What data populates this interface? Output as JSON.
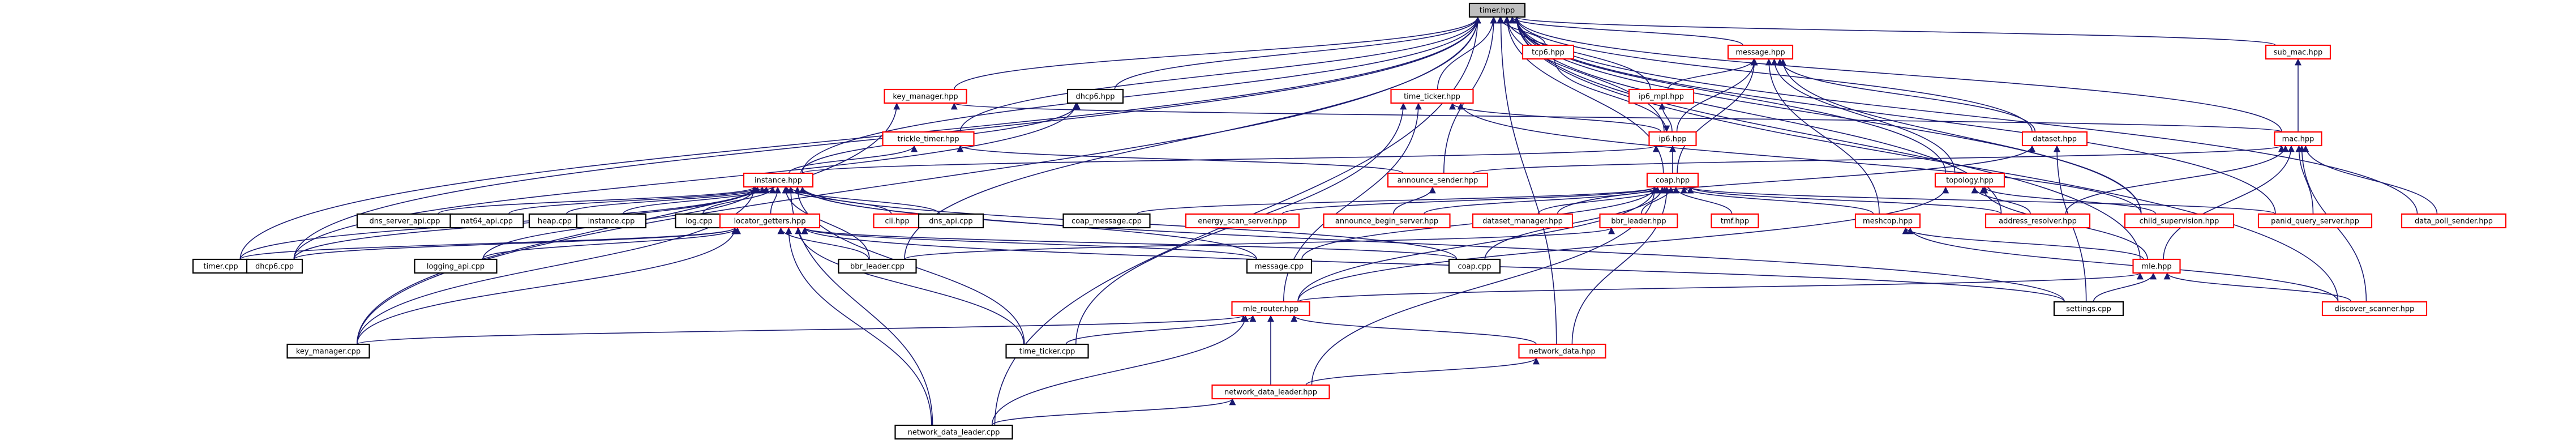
{
  "nodes": [
    {
      "id": "timer_hpp",
      "label": "timer.hpp",
      "style": "root"
    },
    {
      "id": "tcp6_hpp",
      "label": "tcp6.hpp",
      "style": "red"
    },
    {
      "id": "message_hpp",
      "label": "message.hpp",
      "style": "red"
    },
    {
      "id": "sub_mac_hpp",
      "label": "sub_mac.hpp",
      "style": "red"
    },
    {
      "id": "key_manager_hpp",
      "label": "key_manager.hpp",
      "style": "red"
    },
    {
      "id": "dhcp6_hpp",
      "label": "dhcp6.hpp",
      "style": "black"
    },
    {
      "id": "time_ticker_hpp",
      "label": "time_ticker.hpp",
      "style": "red"
    },
    {
      "id": "ip6_mpl_hpp",
      "label": "ip6_mpl.hpp",
      "style": "red"
    },
    {
      "id": "trickle_timer_hpp",
      "label": "trickle_timer.hpp",
      "style": "red"
    },
    {
      "id": "ip6_hpp",
      "label": "ip6.hpp",
      "style": "red"
    },
    {
      "id": "dataset_hpp",
      "label": "dataset.hpp",
      "style": "red"
    },
    {
      "id": "mac_hpp",
      "label": "mac.hpp",
      "style": "red"
    },
    {
      "id": "instance_hpp",
      "label": "instance.hpp",
      "style": "red"
    },
    {
      "id": "announce_sender_hpp",
      "label": "announce_sender.hpp",
      "style": "red"
    },
    {
      "id": "coap_hpp",
      "label": "coap.hpp",
      "style": "red"
    },
    {
      "id": "topology_hpp",
      "label": "topology.hpp",
      "style": "red"
    },
    {
      "id": "dns_server_api_cpp",
      "label": "dns_server_api.cpp",
      "style": "black"
    },
    {
      "id": "nat64_api_cpp",
      "label": "nat64_api.cpp",
      "style": "black"
    },
    {
      "id": "heap_cpp",
      "label": "heap.cpp",
      "style": "black"
    },
    {
      "id": "instance_cpp",
      "label": "instance.cpp",
      "style": "black"
    },
    {
      "id": "log_cpp",
      "label": "log.cpp",
      "style": "black"
    },
    {
      "id": "locator_getters_hpp",
      "label": "locator_getters.hpp",
      "style": "red"
    },
    {
      "id": "cli_hpp",
      "label": "cli.hpp",
      "style": "red"
    },
    {
      "id": "dns_api_cpp",
      "label": "dns_api.cpp",
      "style": "black"
    },
    {
      "id": "coap_message_cpp",
      "label": "coap_message.cpp",
      "style": "black"
    },
    {
      "id": "energy_scan_server_hpp",
      "label": "energy_scan_server.hpp",
      "style": "red"
    },
    {
      "id": "announce_begin_server_hpp",
      "label": "announce_begin_server.hpp",
      "style": "red"
    },
    {
      "id": "dataset_manager_hpp",
      "label": "dataset_manager.hpp",
      "style": "red"
    },
    {
      "id": "bbr_leader_hpp",
      "label": "bbr_leader.hpp",
      "style": "red"
    },
    {
      "id": "tmf_hpp",
      "label": "tmf.hpp",
      "style": "red"
    },
    {
      "id": "meshcop_hpp",
      "label": "meshcop.hpp",
      "style": "red"
    },
    {
      "id": "address_resolver_hpp",
      "label": "address_resolver.hpp",
      "style": "red"
    },
    {
      "id": "child_supervision_hpp",
      "label": "child_supervision.hpp",
      "style": "red"
    },
    {
      "id": "panid_query_server_hpp",
      "label": "panid_query_server.hpp",
      "style": "red"
    },
    {
      "id": "data_poll_sender_hpp",
      "label": "data_poll_sender.hpp",
      "style": "red"
    },
    {
      "id": "timer_cpp",
      "label": "timer.cpp",
      "style": "black"
    },
    {
      "id": "dhcp6_cpp",
      "label": "dhcp6.cpp",
      "style": "black"
    },
    {
      "id": "logging_api_cpp",
      "label": "logging_api.cpp",
      "style": "black"
    },
    {
      "id": "bbr_leader_cpp",
      "label": "bbr_leader.cpp",
      "style": "black"
    },
    {
      "id": "message_cpp",
      "label": "message.cpp",
      "style": "black"
    },
    {
      "id": "coap_cpp",
      "label": "coap.cpp",
      "style": "black"
    },
    {
      "id": "mle_hpp",
      "label": "mle.hpp",
      "style": "red"
    },
    {
      "id": "settings_cpp",
      "label": "settings.cpp",
      "style": "black"
    },
    {
      "id": "discover_scanner_hpp",
      "label": "discover_scanner.hpp",
      "style": "red"
    },
    {
      "id": "mle_router_hpp",
      "label": "mle_router.hpp",
      "style": "red"
    },
    {
      "id": "key_manager_cpp",
      "label": "key_manager.cpp",
      "style": "black"
    },
    {
      "id": "time_ticker_cpp",
      "label": "time_ticker.cpp",
      "style": "black"
    },
    {
      "id": "network_data_hpp",
      "label": "network_data.hpp",
      "style": "red"
    },
    {
      "id": "network_data_leader_hpp",
      "label": "network_data_leader.hpp",
      "style": "red"
    },
    {
      "id": "network_data_leader_cpp",
      "label": "network_data_leader.cpp",
      "style": "black"
    }
  ],
  "edges": [
    [
      "tcp6_hpp",
      "timer_hpp"
    ],
    [
      "message_hpp",
      "timer_hpp"
    ],
    [
      "sub_mac_hpp",
      "timer_hpp"
    ],
    [
      "key_manager_hpp",
      "timer_hpp"
    ],
    [
      "dhcp6_hpp",
      "timer_hpp"
    ],
    [
      "time_ticker_hpp",
      "timer_hpp"
    ],
    [
      "ip6_mpl_hpp",
      "timer_hpp"
    ],
    [
      "trickle_timer_hpp",
      "timer_hpp"
    ],
    [
      "ip6_hpp",
      "timer_hpp"
    ],
    [
      "dataset_hpp",
      "timer_hpp"
    ],
    [
      "mac_hpp",
      "timer_hpp"
    ],
    [
      "instance_hpp",
      "timer_hpp"
    ],
    [
      "announce_sender_hpp",
      "timer_hpp"
    ],
    [
      "coap_hpp",
      "timer_hpp"
    ],
    [
      "topology_hpp",
      "timer_hpp"
    ],
    [
      "child_supervision_hpp",
      "timer_hpp"
    ],
    [
      "panid_query_server_hpp",
      "timer_hpp"
    ],
    [
      "data_poll_sender_hpp",
      "timer_hpp"
    ],
    [
      "timer_cpp",
      "timer_hpp"
    ],
    [
      "dhcp6_cpp",
      "timer_hpp"
    ],
    [
      "key_manager_cpp",
      "timer_hpp"
    ],
    [
      "mle_hpp",
      "timer_hpp"
    ],
    [
      "discover_scanner_hpp",
      "timer_hpp"
    ],
    [
      "network_data_hpp",
      "timer_hpp"
    ],
    [
      "network_data_leader_cpp",
      "timer_hpp"
    ],
    [
      "address_resolver_hpp",
      "timer_hpp"
    ],
    [
      "bbr_leader_cpp",
      "timer_hpp"
    ],
    [
      "tcp6_hpp",
      "ip6_hpp"
    ],
    [
      "ip6_mpl_hpp",
      "message_hpp"
    ],
    [
      "ip6_hpp",
      "message_hpp"
    ],
    [
      "dataset_hpp",
      "message_hpp"
    ],
    [
      "coap_hpp",
      "message_hpp"
    ],
    [
      "topology_hpp",
      "message_hpp"
    ],
    [
      "meshcop_hpp",
      "message_hpp"
    ],
    [
      "child_supervision_hpp",
      "message_hpp"
    ],
    [
      "mac_hpp",
      "sub_mac_hpp"
    ],
    [
      "key_manager_cpp",
      "key_manager_hpp"
    ],
    [
      "mac_hpp",
      "key_manager_hpp"
    ],
    [
      "dhcp6_cpp",
      "dhcp6_hpp"
    ],
    [
      "instance_hpp",
      "dhcp6_hpp"
    ],
    [
      "time_ticker_cpp",
      "time_ticker_hpp"
    ],
    [
      "mle_router_hpp",
      "time_ticker_hpp"
    ],
    [
      "child_supervision_hpp",
      "time_ticker_hpp"
    ],
    [
      "ip6_hpp",
      "time_ticker_hpp"
    ],
    [
      "ip6_hpp",
      "ip6_mpl_hpp"
    ],
    [
      "instance_hpp",
      "trickle_timer_hpp"
    ],
    [
      "announce_sender_hpp",
      "trickle_timer_hpp"
    ],
    [
      "coap_hpp",
      "ip6_hpp"
    ],
    [
      "instance_hpp",
      "ip6_hpp"
    ],
    [
      "dataset_manager_hpp",
      "dataset_hpp"
    ],
    [
      "settings_cpp",
      "dataset_hpp"
    ],
    [
      "announce_sender_hpp",
      "mac_hpp"
    ],
    [
      "mle_hpp",
      "mac_hpp"
    ],
    [
      "discover_scanner_hpp",
      "mac_hpp"
    ],
    [
      "panid_query_server_hpp",
      "mac_hpp"
    ],
    [
      "data_poll_sender_hpp",
      "mac_hpp"
    ],
    [
      "address_resolver_hpp",
      "mac_hpp"
    ],
    [
      "dns_server_api_cpp",
      "instance_hpp"
    ],
    [
      "nat64_api_cpp",
      "instance_hpp"
    ],
    [
      "heap_cpp",
      "instance_hpp"
    ],
    [
      "instance_cpp",
      "instance_hpp"
    ],
    [
      "log_cpp",
      "instance_hpp"
    ],
    [
      "locator_getters_hpp",
      "instance_hpp"
    ],
    [
      "cli_hpp",
      "instance_hpp"
    ],
    [
      "dns_api_cpp",
      "instance_hpp"
    ],
    [
      "timer_cpp",
      "instance_hpp"
    ],
    [
      "dhcp6_cpp",
      "instance_hpp"
    ],
    [
      "logging_api_cpp",
      "instance_hpp"
    ],
    [
      "bbr_leader_cpp",
      "instance_hpp"
    ],
    [
      "message_cpp",
      "instance_hpp"
    ],
    [
      "coap_cpp",
      "instance_hpp"
    ],
    [
      "key_manager_cpp",
      "instance_hpp"
    ],
    [
      "time_ticker_cpp",
      "instance_hpp"
    ],
    [
      "settings_cpp",
      "instance_hpp"
    ],
    [
      "network_data_leader_cpp",
      "instance_hpp"
    ],
    [
      "announce_begin_server_hpp",
      "announce_sender_hpp"
    ],
    [
      "coap_message_cpp",
      "coap_hpp"
    ],
    [
      "energy_scan_server_hpp",
      "coap_hpp"
    ],
    [
      "announce_begin_server_hpp",
      "coap_hpp"
    ],
    [
      "dataset_manager_hpp",
      "coap_hpp"
    ],
    [
      "bbr_leader_hpp",
      "coap_hpp"
    ],
    [
      "tmf_hpp",
      "coap_hpp"
    ],
    [
      "meshcop_hpp",
      "coap_hpp"
    ],
    [
      "address_resolver_hpp",
      "coap_hpp"
    ],
    [
      "panid_query_server_hpp",
      "coap_hpp"
    ],
    [
      "mle_router_hpp",
      "coap_hpp"
    ],
    [
      "network_data_hpp",
      "coap_hpp"
    ],
    [
      "network_data_leader_hpp",
      "coap_hpp"
    ],
    [
      "message_cpp",
      "coap_hpp"
    ],
    [
      "coap_cpp",
      "coap_hpp"
    ],
    [
      "address_resolver_hpp",
      "topology_hpp"
    ],
    [
      "child_supervision_hpp",
      "topology_hpp"
    ],
    [
      "mle_hpp",
      "topology_hpp"
    ],
    [
      "mle_router_hpp",
      "topology_hpp"
    ],
    [
      "timer_cpp",
      "locator_getters_hpp"
    ],
    [
      "dhcp6_cpp",
      "locator_getters_hpp"
    ],
    [
      "logging_api_cpp",
      "locator_getters_hpp"
    ],
    [
      "bbr_leader_cpp",
      "locator_getters_hpp"
    ],
    [
      "message_cpp",
      "locator_getters_hpp"
    ],
    [
      "coap_cpp",
      "locator_getters_hpp"
    ],
    [
      "key_manager_cpp",
      "locator_getters_hpp"
    ],
    [
      "time_ticker_cpp",
      "locator_getters_hpp"
    ],
    [
      "settings_cpp",
      "locator_getters_hpp"
    ],
    [
      "network_data_leader_cpp",
      "locator_getters_hpp"
    ],
    [
      "bbr_leader_cpp",
      "bbr_leader_hpp"
    ],
    [
      "mle_hpp",
      "meshcop_hpp"
    ],
    [
      "discover_scanner_hpp",
      "meshcop_hpp"
    ],
    [
      "settings_cpp",
      "mle_hpp"
    ],
    [
      "discover_scanner_hpp",
      "mle_hpp"
    ],
    [
      "mle_router_hpp",
      "mle_hpp"
    ],
    [
      "key_manager_cpp",
      "mle_router_hpp"
    ],
    [
      "time_ticker_cpp",
      "mle_router_hpp"
    ],
    [
      "network_data_hpp",
      "mle_router_hpp"
    ],
    [
      "network_data_leader_hpp",
      "mle_router_hpp"
    ],
    [
      "network_data_leader_cpp",
      "mle_router_hpp"
    ],
    [
      "network_data_leader_hpp",
      "network_data_hpp"
    ],
    [
      "network_data_leader_cpp",
      "network_data_leader_hpp"
    ]
  ]
}
